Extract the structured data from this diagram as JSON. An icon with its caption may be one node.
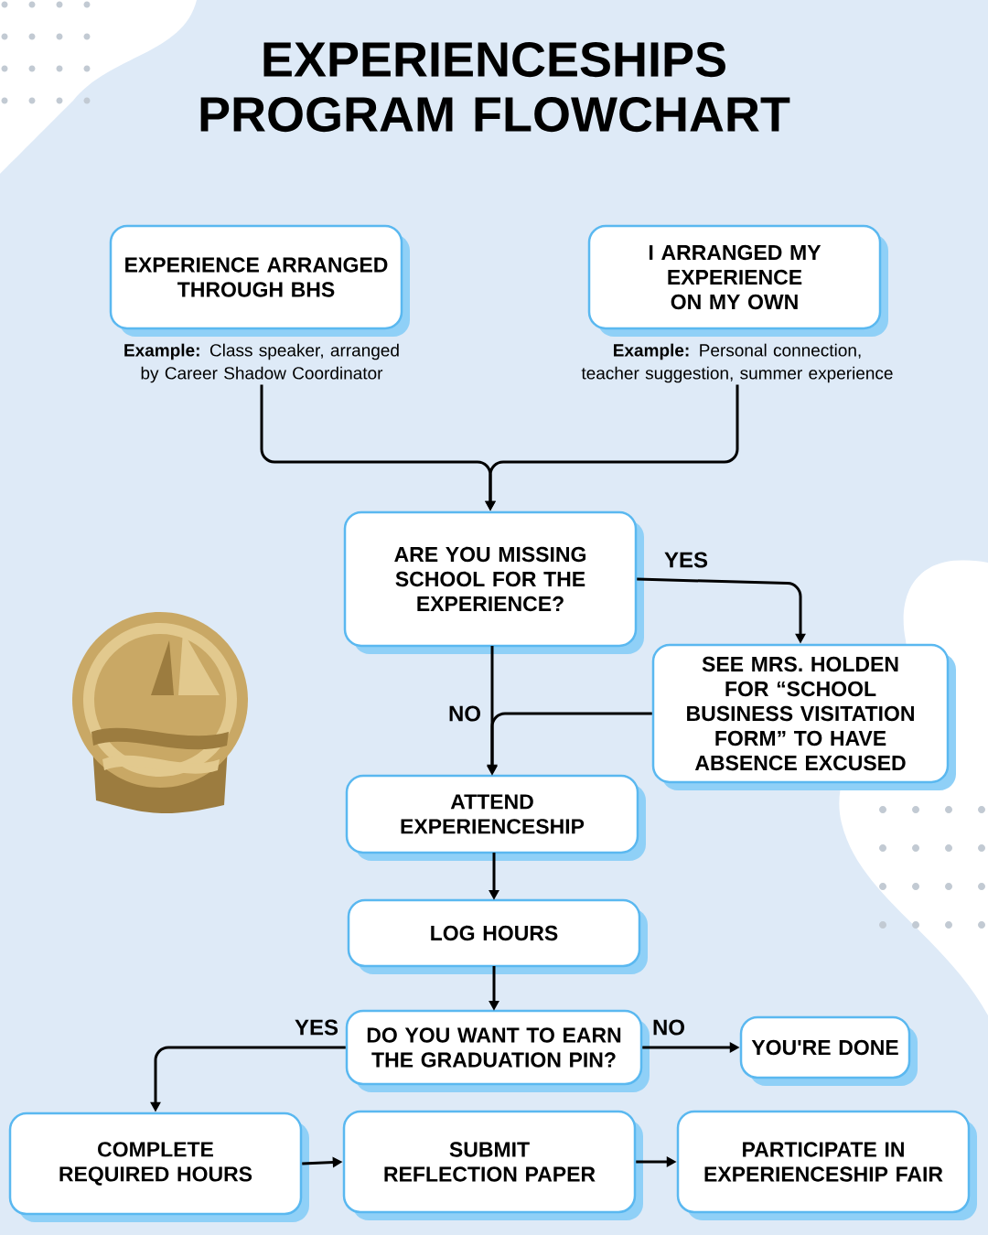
{
  "diagram": {
    "title": "EXPERIENCESHIPS PROGRAM FLOWCHART",
    "nodes": [
      {
        "text": [
          "EXPERIENCE ARRANGED THROUGH BHS"
        ],
        "beside": [
          "**Example:** Class speaker, arranged by Career Shadow Coordinator"
        ]
      },
      {
        "text": [
          "I ARRANGED MY EXPERIENCE ON MY OWN"
        ],
        "beside": [
          "**Example:** Personal connection, teacher suggestion, summer experience"
        ]
      },
      {
        "text": [
          "ARE YOU MISSING SCHOOL FOR THE EXPERIENCE?"
        ]
      },
      {
        "text": [
          "SEE MRS. HOLDEN FOR “SCHOOL BUSINESS VISITATION FORM” TO HAVE ABSENCE EXCUSED"
        ]
      },
      {
        "text": [
          "ATTEND EXPERIENCESHIP"
        ]
      },
      {
        "text": [
          "LOG HOURS"
        ]
      },
      {
        "text": [
          "DO YOU WANT TO EARN THE GRADUATION PIN?"
        ]
      },
      {
        "text": [
          "YOU'RE DONE"
        ]
      },
      {
        "text": [
          "COMPLETE REQUIRED HOURS"
        ]
      },
      {
        "text": [
          "SUBMIT REFLECTION PAPER"
        ]
      },
      {
        "text": [
          "PARTICIPATE IN EXPERIENCESHIP FAIR"
        ]
      }
    ],
    "edges": [
      {
        "from": 0,
        "to": 2,
        "arrow": "to"
      },
      {
        "from": 1,
        "to": 2,
        "arrow": "to"
      },
      {
        "from": 2,
        "to": 3,
        "arrow": "to",
        "label": "YES"
      },
      {
        "from": 2,
        "to": 4,
        "arrow": "to",
        "label": "NO"
      },
      {
        "from": 3,
        "to": 4,
        "arrow": "to"
      },
      {
        "from": 4,
        "to": 5,
        "arrow": "to"
      },
      {
        "from": 5,
        "to": 6,
        "arrow": "to"
      },
      {
        "from": 6,
        "to": 8,
        "arrow": "to",
        "label": "YES"
      },
      {
        "from": 6,
        "to": 7,
        "arrow": "to",
        "label": "NO"
      },
      {
        "from": 8,
        "to": 9,
        "arrow": "to"
      },
      {
        "from": 9,
        "to": 10,
        "arrow": "to"
      }
    ]
  }
}
